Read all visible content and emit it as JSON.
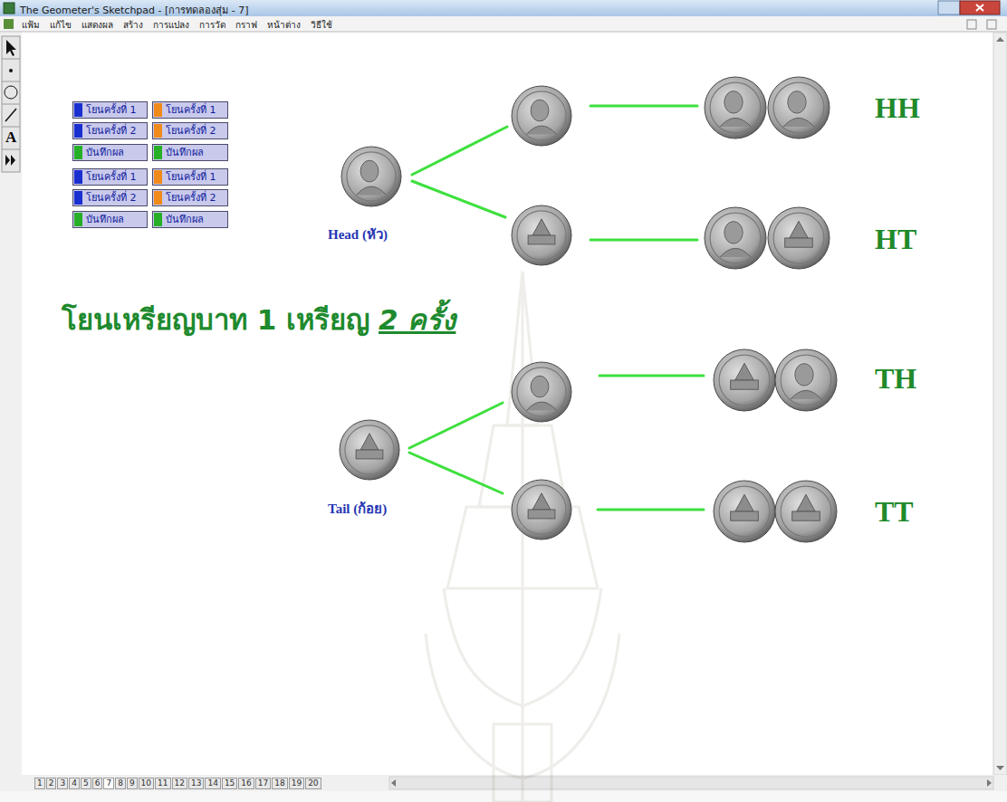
{
  "diagram": {
    "nodes": [
      {
        "text": [
          "โยนครั้งที่ 1"
        ]
      },
      {
        "text": [
          "โยนครั้งที่ 1"
        ]
      },
      {
        "text": [
          "โยนครั้งที่ 2"
        ]
      },
      {
        "text": [
          "โยนครั้งที่ 2"
        ]
      },
      {
        "text": [
          "บันทึกผล"
        ]
      },
      {
        "text": [
          "บันทึกผล"
        ]
      },
      {
        "text": [
          "โยนครั้งที่ 1"
        ]
      },
      {
        "text": [
          "โยนครั้งที่ 1"
        ]
      },
      {
        "text": [
          "โยนครั้งที่ 2"
        ]
      },
      {
        "text": [
          "โยนครั้งที่ 2"
        ]
      },
      {
        "text": [
          "บันทึกผล"
        ]
      },
      {
        "text": [
          "บันทึกผล"
        ]
      },
      {
        "text": [
          "Head (หัว)"
        ]
      },
      {
        "text": [
          "HH"
        ]
      },
      {
        "text": [
          "HT"
        ]
      },
      {
        "text": [
          "Tail (ก้อย)"
        ]
      },
      {
        "text": [
          "TH"
        ]
      },
      {
        "text": [
          "TT"
        ]
      }
    ],
    "labels": [
      "The Geometer's Sketchpad - [การทดลองสุ่ม - 7]",
      "แฟ้ม",
      "แก้ไข",
      "แสดงผล",
      "สร้าง",
      "การแปลง",
      "การวัด",
      "กราฟ",
      "หน้าต่าง",
      "วิธีใช้",
      "A",
      "โยนเหรียญบาท 1 เหรียญ",
      "2 ครั้ง",
      "1",
      "2",
      "3",
      "4",
      "5",
      "6",
      "7",
      "8",
      "9",
      "10",
      "11",
      "12",
      "13",
      "14",
      "15",
      "16",
      "17",
      "18",
      "19",
      "20"
    ]
  }
}
